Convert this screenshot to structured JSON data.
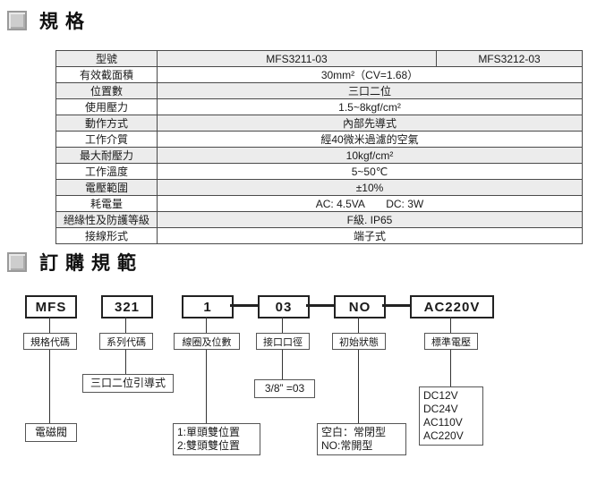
{
  "page": {
    "spec_section_title": "規格",
    "order_section_title": "訂購規範"
  },
  "spec_table": {
    "model_row": {
      "label": "型號",
      "model1": "MFS3211-03",
      "model2": "MFS3212-03"
    },
    "rows": [
      {
        "label": "有效截面積",
        "value": "30mm²（CV=1.68）"
      },
      {
        "label": "位置數",
        "value": "三口二位"
      },
      {
        "label": "使用壓力",
        "value": "1.5~8kgf/cm²"
      },
      {
        "label": "動作方式",
        "value": "內部先導式"
      },
      {
        "label": "工作介質",
        "value": "經40微米過濾的空氣"
      },
      {
        "label": "最大耐壓力",
        "value": "10kgf/cm²"
      },
      {
        "label": "工作溫度",
        "value": "5~50℃"
      },
      {
        "label": "電壓範圍",
        "value": "±10%"
      },
      {
        "label": "耗電量",
        "value": "AC: 4.5VA　　DC: 3W"
      },
      {
        "label": "絕緣性及防護等級",
        "value": "F級. IP65"
      },
      {
        "label": "接線形式",
        "value": "端子式"
      }
    ]
  },
  "order_code": {
    "segments": [
      {
        "code": "MFS",
        "label": "規格代碼"
      },
      {
        "code": "321",
        "label": "系列代碼"
      },
      {
        "code": "1",
        "label": "線圈及位數"
      },
      {
        "code": "03",
        "label": "接口口徑"
      },
      {
        "code": "NO",
        "label": "初始狀態"
      },
      {
        "code": "AC220V",
        "label": "標準電壓"
      }
    ],
    "notes": {
      "spec": "電磁閥",
      "series": "三口二位引導式",
      "coil": "1:單頭雙位置\n2:雙頭雙位置",
      "port": "3/8” =03",
      "initial": "空白：常閉型\nNO:常開型",
      "voltage": "DC12V\nDC24V\nAC110V\nAC220V"
    }
  }
}
